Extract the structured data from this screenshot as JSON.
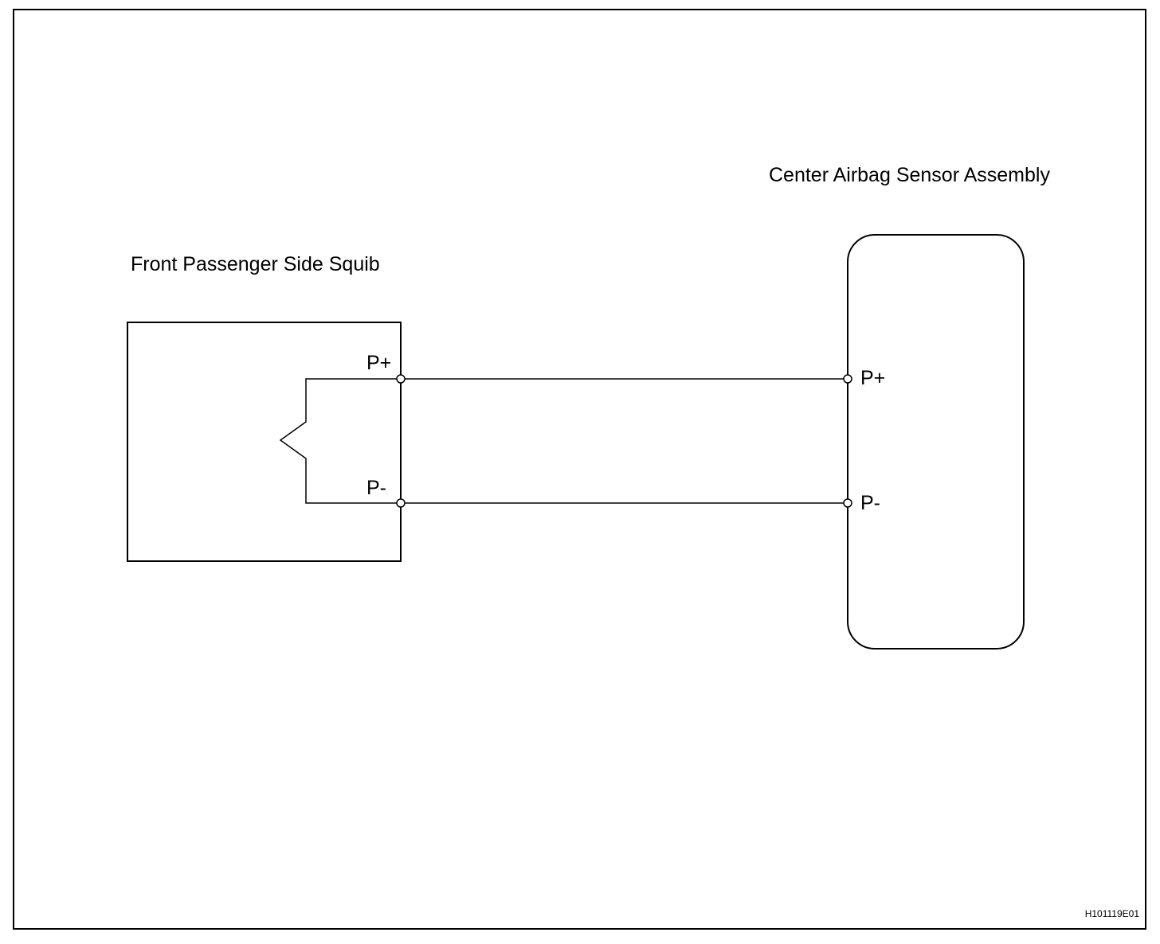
{
  "diagram": {
    "figure_code": "H101119E01",
    "components": [
      {
        "id": "squib",
        "label": "Front Passenger Side Squib",
        "pins": [
          "P+",
          "P-"
        ]
      },
      {
        "id": "sensor",
        "label": "Center Airbag Sensor Assembly",
        "pins": [
          "P+",
          "P-"
        ]
      }
    ],
    "connections": [
      {
        "from": "squib.P+",
        "to": "sensor.P+"
      },
      {
        "from": "squib.P-",
        "to": "sensor.P-"
      }
    ],
    "colors": {
      "line": "#000000",
      "background": "#ffffff"
    }
  }
}
